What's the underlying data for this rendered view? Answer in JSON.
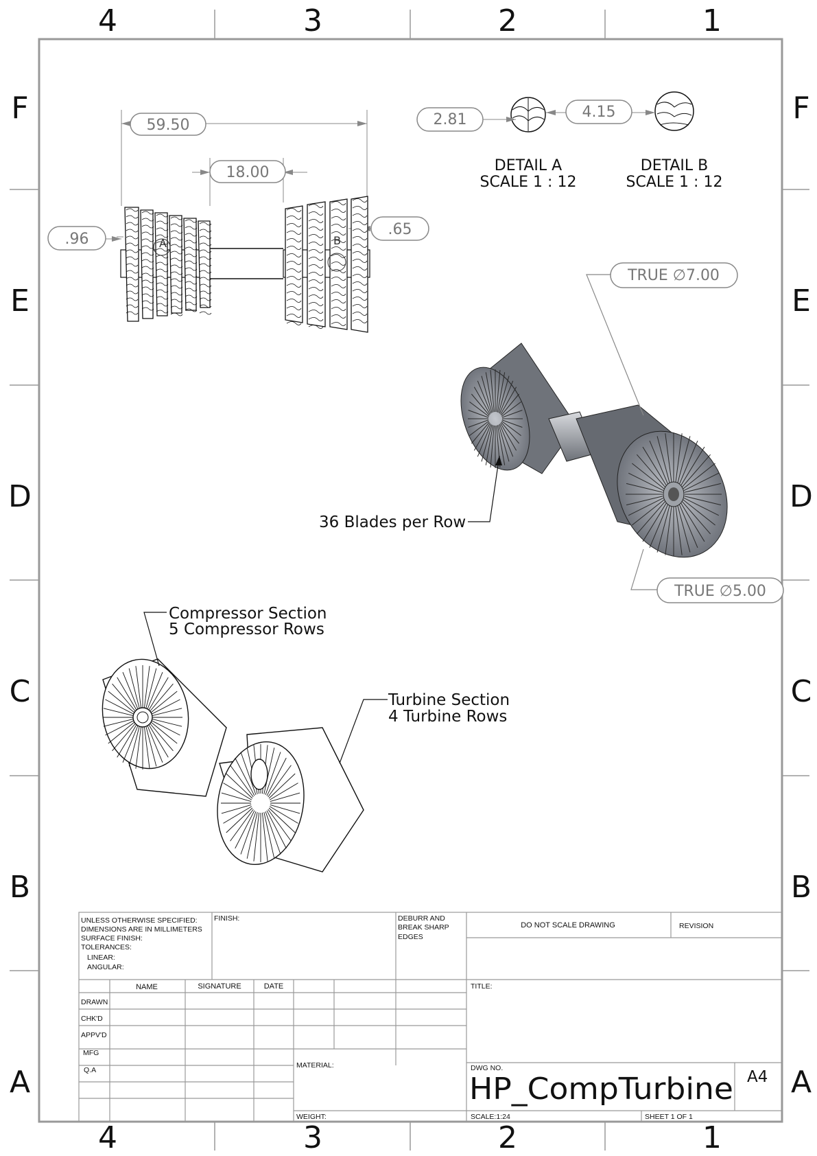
{
  "zones": {
    "columns": [
      "4",
      "3",
      "2",
      "1"
    ],
    "rows": [
      "F",
      "E",
      "D",
      "C",
      "B",
      "A"
    ]
  },
  "dimensions": {
    "overall_length": "59.50",
    "gap": "18.00",
    "left_offset": ".96",
    "right_offset": ".65",
    "detail_a_dim": "2.81",
    "detail_b_dim": "4.15",
    "true_dia_outer": "TRUE ∅7.00",
    "true_dia_inner": "TRUE ∅5.00",
    "label_a": "A",
    "label_b": "B"
  },
  "details": {
    "a_title": "DETAIL A",
    "a_scale": "SCALE 1 : 12",
    "b_title": "DETAIL B",
    "b_scale": "SCALE 1 : 12"
  },
  "notes": {
    "blades": "36 Blades per Row",
    "compressor_1": "Compressor Section",
    "compressor_2": "5 Compressor Rows",
    "turbine_1": "Turbine Section",
    "turbine_2": "4 Turbine Rows"
  },
  "title_block": {
    "spec_lines": [
      "UNLESS OTHERWISE SPECIFIED:",
      "DIMENSIONS ARE IN MILLIMETERS",
      "SURFACE FINISH:",
      "TOLERANCES:",
      "LINEAR:",
      "ANGULAR:"
    ],
    "finish": "FINISH:",
    "deburr_lines": [
      "DEBURR AND",
      "BREAK SHARP",
      "EDGES"
    ],
    "do_not_scale": "DO NOT SCALE DRAWING",
    "revision": "REVISION",
    "col_name": "NAME",
    "col_signature": "SIGNATURE",
    "col_date": "DATE",
    "rows": [
      "DRAWN",
      "CHK'D",
      "APPV'D",
      "MFG",
      "Q.A"
    ],
    "title": "TITLE:",
    "material": "MATERIAL:",
    "weight": "WEIGHT:",
    "dwg_no_label": "DWG NO.",
    "dwg_no": "HP_CompTurbine",
    "size": "A4",
    "scale": "SCALE:1:24",
    "sheet": "SHEET 1 OF 1"
  },
  "colors": {
    "dim_gray": "#777777",
    "line": "#111111",
    "model_gray": "#8a8e96"
  }
}
